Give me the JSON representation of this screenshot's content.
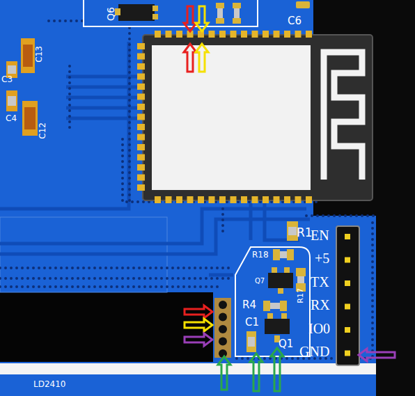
{
  "diagram": {
    "labels": [
      "Q6",
      "C6",
      "C13",
      "C3",
      "C4",
      "C12",
      "R1",
      "EN",
      "+5",
      "TX",
      "RX",
      "IO0",
      "GND",
      "R18",
      "Q7",
      "R4",
      "R17",
      "C1",
      "Q1",
      "LD2410"
    ]
  }
}
